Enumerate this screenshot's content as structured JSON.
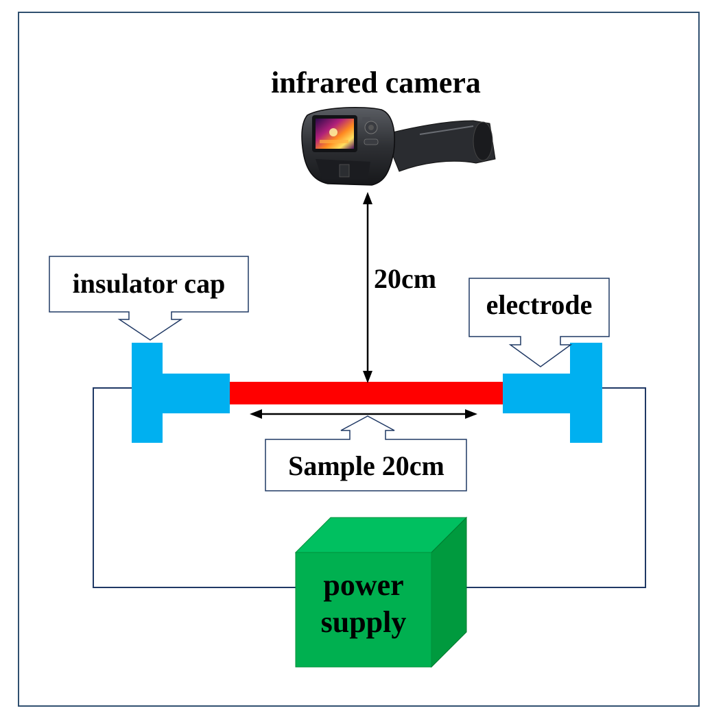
{
  "labels": {
    "camera": "infrared camera",
    "distance": "20cm",
    "insulator": "insulator cap",
    "electrode": "electrode",
    "sample": "Sample 20cm",
    "power_line1": "power",
    "power_line2": "supply"
  },
  "colors": {
    "frame": "#2f4f6f",
    "sample": "#ff0000",
    "electrode": "#00b0f0",
    "power_front": "#00b050",
    "power_top": "#00c060",
    "power_side": "#00903a",
    "wire": "#1f3864",
    "callout_border": "#1f3864",
    "arrow": "#000000"
  },
  "icons": {
    "camera": "thermal-camera-icon"
  }
}
